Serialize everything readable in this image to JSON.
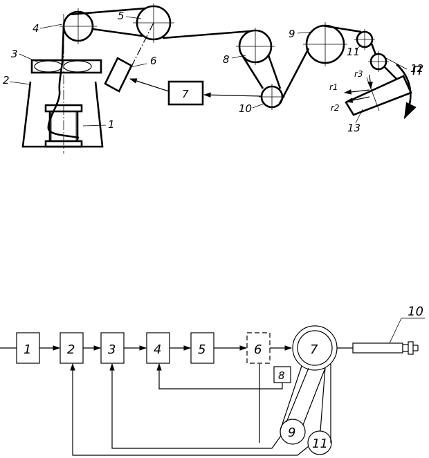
{
  "top": {
    "labels": {
      "n1": "1",
      "n2": "2",
      "n3": "3",
      "n4": "4",
      "n5": "5",
      "n6": "6",
      "n7": "7",
      "n8": "8",
      "n9": "9",
      "n10": "10",
      "n11": "11",
      "n12": "12",
      "n13": "13",
      "r1": "r1",
      "r2": "r2",
      "r3": "r3",
      "p": "П"
    }
  },
  "bottom": {
    "blocks": [
      "1",
      "2",
      "3",
      "4",
      "5",
      "6"
    ],
    "b7": "7",
    "b8": "8",
    "b9": "9",
    "b10": "10",
    "b11": "11"
  }
}
